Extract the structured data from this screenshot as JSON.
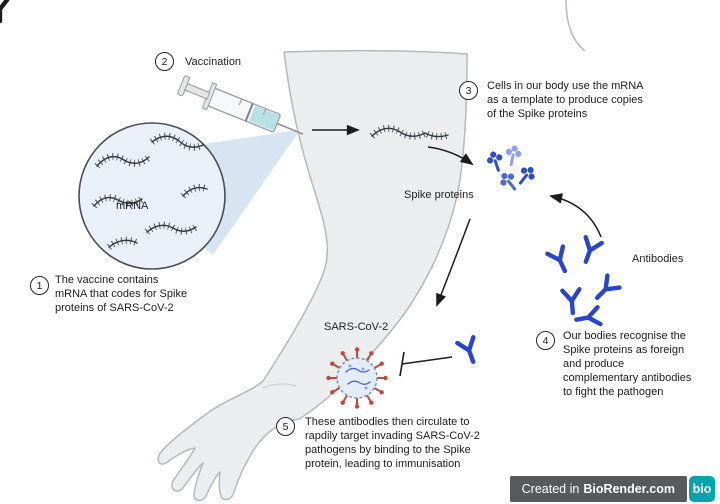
{
  "steps": [
    {
      "num": "1",
      "text": "The vaccine contains mRNA that codes for Spike proteins of SARS-CoV-2"
    },
    {
      "num": "2",
      "text": "Vaccination"
    },
    {
      "num": "3",
      "text": "Cells in our body use the mRNA as a template to produce copies of the Spike proteins"
    },
    {
      "num": "4",
      "text": "Our bodies recognise the Spike proteins as foreign and produce complementary antibodies to fight the pathogen"
    },
    {
      "num": "5",
      "text": "These antibodies then circulate to rapdily target invading SARS-CoV-2 pathogens by binding to the Spike protein, leading to immunisation"
    }
  ],
  "labels": {
    "mrna": "mRNA",
    "spike_proteins": "Spike proteins",
    "antibodies": "Antibodies",
    "sars_cov_2": "SARS-CoV-2"
  },
  "credit": {
    "prefix": "Created in",
    "brand": "BioRender.com",
    "logo": "bio"
  },
  "colors": {
    "antibody_blue": "#2946c8",
    "spike_blue_dark": "#2f4fc0",
    "spike_blue_light": "#8ea0e6",
    "virus_spike_red": "#c2473e",
    "arm_fill": "#ebedef",
    "zoom_circle_fill": "#eaf0f8",
    "badge_bg": "#58595b",
    "logo_teal": "#00a4ad"
  }
}
